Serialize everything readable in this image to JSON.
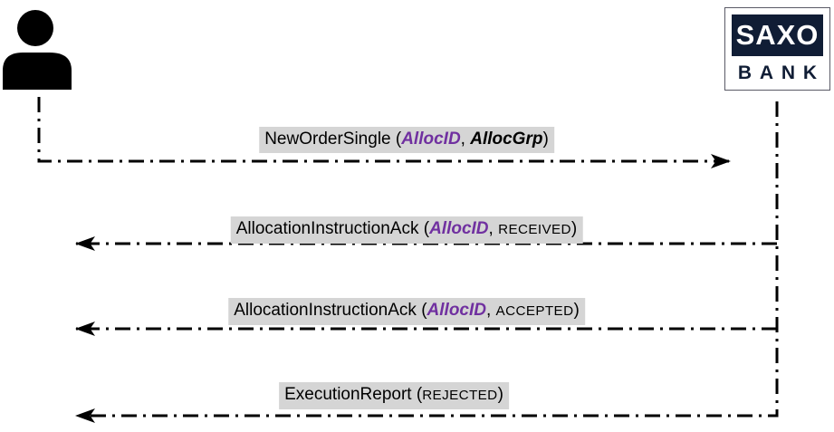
{
  "diagram": {
    "type": "sequence",
    "actors": {
      "client": {
        "icon": "person-icon"
      },
      "bank": {
        "logo_top": "SAXO",
        "logo_bottom": "BANK"
      }
    },
    "messages": [
      {
        "name": "NewOrderSingle",
        "direction": "client-to-bank",
        "prefix": "NewOrderSingle (",
        "alloc_id": "AllocID",
        "separator": ", ",
        "alloc_grp": "AllocGrp",
        "suffix": ")"
      },
      {
        "name": "AllocationInstructionAck",
        "direction": "bank-to-client",
        "prefix": "AllocationInstructionAck (",
        "alloc_id": "AllocID",
        "separator": ", ",
        "status": "RECEIVED",
        "suffix": ")"
      },
      {
        "name": "AllocationInstructionAck",
        "direction": "bank-to-client",
        "prefix": "AllocationInstructionAck (",
        "alloc_id": "AllocID",
        "separator": ", ",
        "status": "ACCEPTED",
        "suffix": ")"
      },
      {
        "name": "ExecutionReport",
        "direction": "bank-to-client",
        "prefix": "ExecutionReport (",
        "status": "REJECTED",
        "suffix": ")"
      }
    ],
    "colors": {
      "alloc_id_purple": "#7030a0",
      "label_background": "#d5d5d5",
      "logo_navy": "#101d35",
      "line_black": "#000000"
    }
  }
}
